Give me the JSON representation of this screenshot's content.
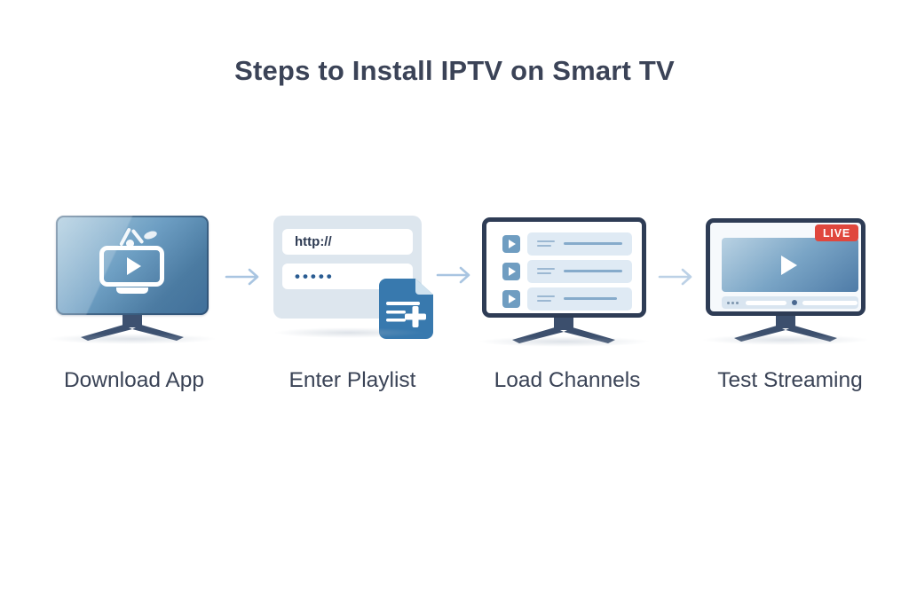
{
  "title": "Steps to Install IPTV on Smart TV",
  "steps": [
    {
      "id": "download-app",
      "label": "Download App",
      "icon": "smart-tv-play-icon"
    },
    {
      "id": "enter-playlist",
      "label": "Enter Playlist",
      "icon": "playlist-form-icon",
      "url_field_value": "http://",
      "password_field_value": "•••••"
    },
    {
      "id": "load-channels",
      "label": "Load Channels",
      "icon": "channel-list-tv-icon",
      "channel_rows": 3
    },
    {
      "id": "test-streaming",
      "label": "Test Streaming",
      "icon": "video-player-tv-icon",
      "badge": "LIVE"
    }
  ],
  "arrow_icon": "arrow-right-icon",
  "colors": {
    "background": "#ffffff",
    "heading_text": "#3b4357",
    "label_text": "#3a4356",
    "arrow": "#a9c5e1",
    "tv_frame": "#2e3c55",
    "tv_stand": "#3d5170",
    "screen_gradient_start": "#a6c8dc",
    "screen_gradient_end": "#406f9a",
    "form_card": "#dde6ee",
    "input_text": "#2d3a52",
    "password_dots": "#2a5c92",
    "document_icon": "#3879ae",
    "channel_tile": "#6f9dc1",
    "channel_row_bg": "#dfeaf4",
    "live_badge_bg": "#e0473d",
    "live_badge_text": "#ffffff",
    "player_bar": "#d9e5f0"
  }
}
